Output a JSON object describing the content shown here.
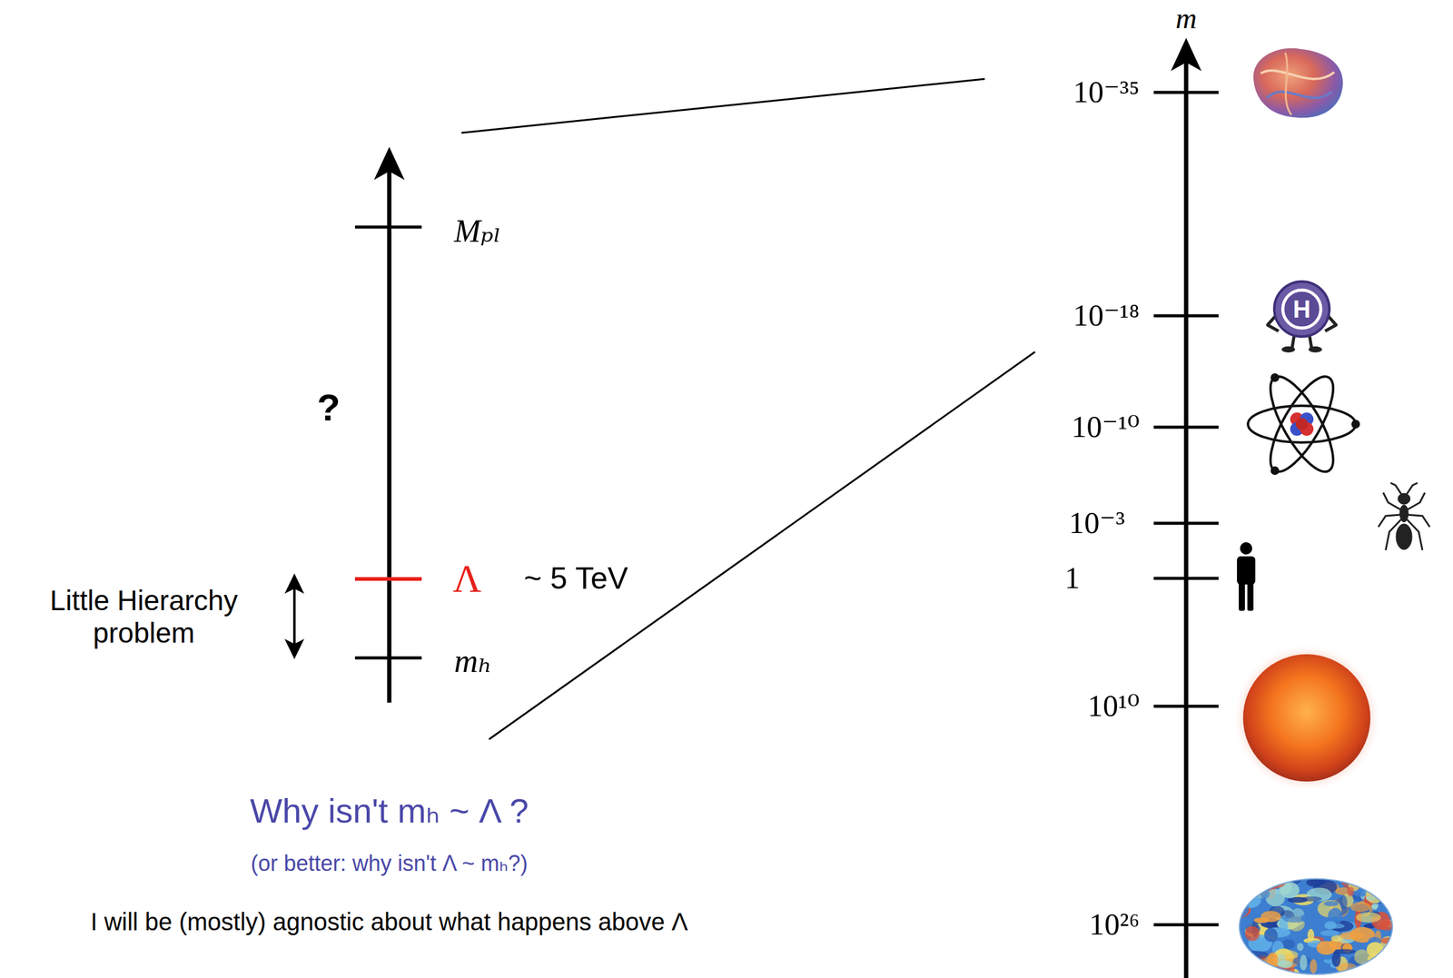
{
  "diagram": {
    "labels": [
      "m",
      "10⁻³⁵",
      "Mₚₗ",
      "10⁻¹⁸",
      "H",
      "10⁻¹⁰",
      "?",
      "10⁻³",
      "1",
      "Λ",
      "~ 5 TeV",
      "Little Hierarchy problem",
      "mₕ",
      "10¹⁰",
      "Why isn't mₕ ~ Λ ?",
      "(or better: why isn't Λ ~ mₕ?)",
      "I will be (mostly) agnostic about what happens above Λ",
      "10²⁶"
    ]
  }
}
